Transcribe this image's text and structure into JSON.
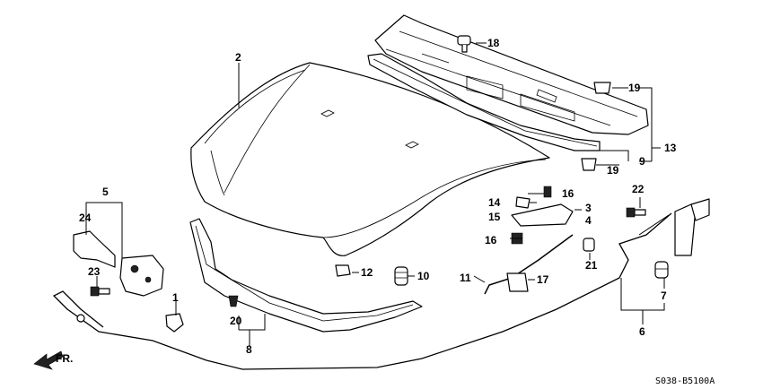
{
  "diagram_code": "S038-B5100A",
  "front_label": "FR.",
  "callouts": [
    "1",
    "2",
    "3",
    "4",
    "5",
    "6",
    "7",
    "8",
    "9",
    "10",
    "11",
    "12",
    "13",
    "14",
    "15",
    "16",
    "16",
    "17",
    "18",
    "19",
    "19",
    "20",
    "21",
    "22",
    "23",
    "24"
  ]
}
